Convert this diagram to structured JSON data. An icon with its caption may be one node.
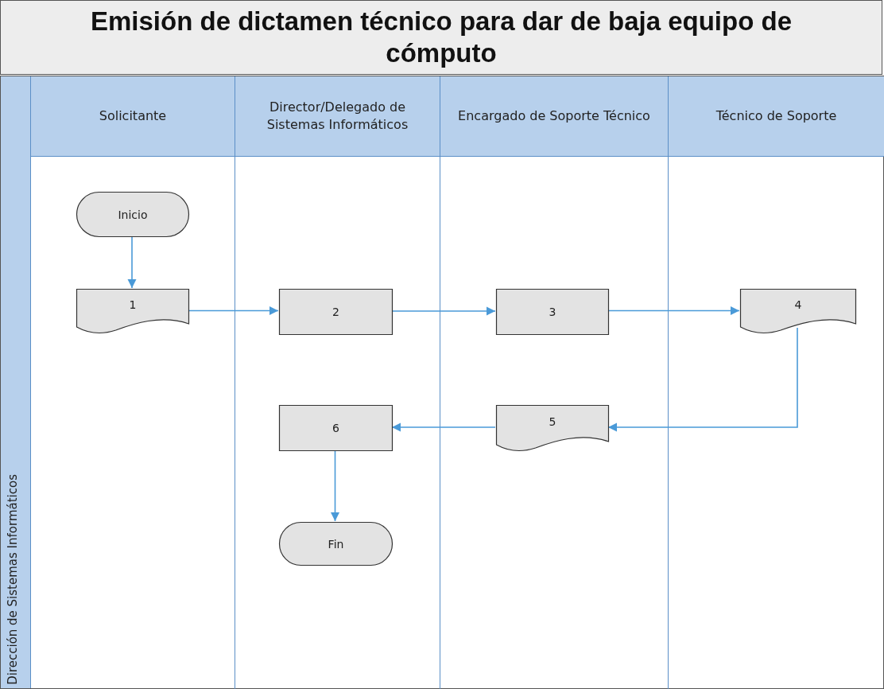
{
  "diagram": {
    "title": "Emisión de dictamen técnico para dar de baja equipo de cómputo",
    "nodes": [
      {
        "text": [
          "Dirección de Sistemas Informáticos"
        ]
      },
      {
        "text": [
          "Solicitante"
        ],
        "in": 0
      },
      {
        "text": [
          "Director/Delegado de Sistemas Informáticos"
        ],
        "in": 0
      },
      {
        "text": [
          "Encargado de Soporte Técnico"
        ],
        "in": 0
      },
      {
        "text": [
          "Técnico de Soporte"
        ],
        "in": 0
      },
      {
        "text": [
          "Inicio"
        ],
        "in": 1
      },
      {
        "text": [
          "1"
        ],
        "in": 1
      },
      {
        "text": [
          "2"
        ],
        "in": 2
      },
      {
        "text": [
          "3"
        ],
        "in": 3
      },
      {
        "text": [
          "4"
        ],
        "in": 4
      },
      {
        "text": [
          "5"
        ],
        "in": 3
      },
      {
        "text": [
          "6"
        ],
        "in": 2
      },
      {
        "text": [
          "Fin"
        ],
        "in": 2
      }
    ],
    "edges": [
      {
        "from": 5,
        "to": 6,
        "arrow": "to"
      },
      {
        "from": 6,
        "to": 7,
        "arrow": "to"
      },
      {
        "from": 7,
        "to": 8,
        "arrow": "to"
      },
      {
        "from": 8,
        "to": 9,
        "arrow": "to"
      },
      {
        "from": 9,
        "to": 10,
        "arrow": "to"
      },
      {
        "from": 10,
        "to": 11,
        "arrow": "to"
      },
      {
        "from": 11,
        "to": 12,
        "arrow": "to"
      }
    ]
  }
}
